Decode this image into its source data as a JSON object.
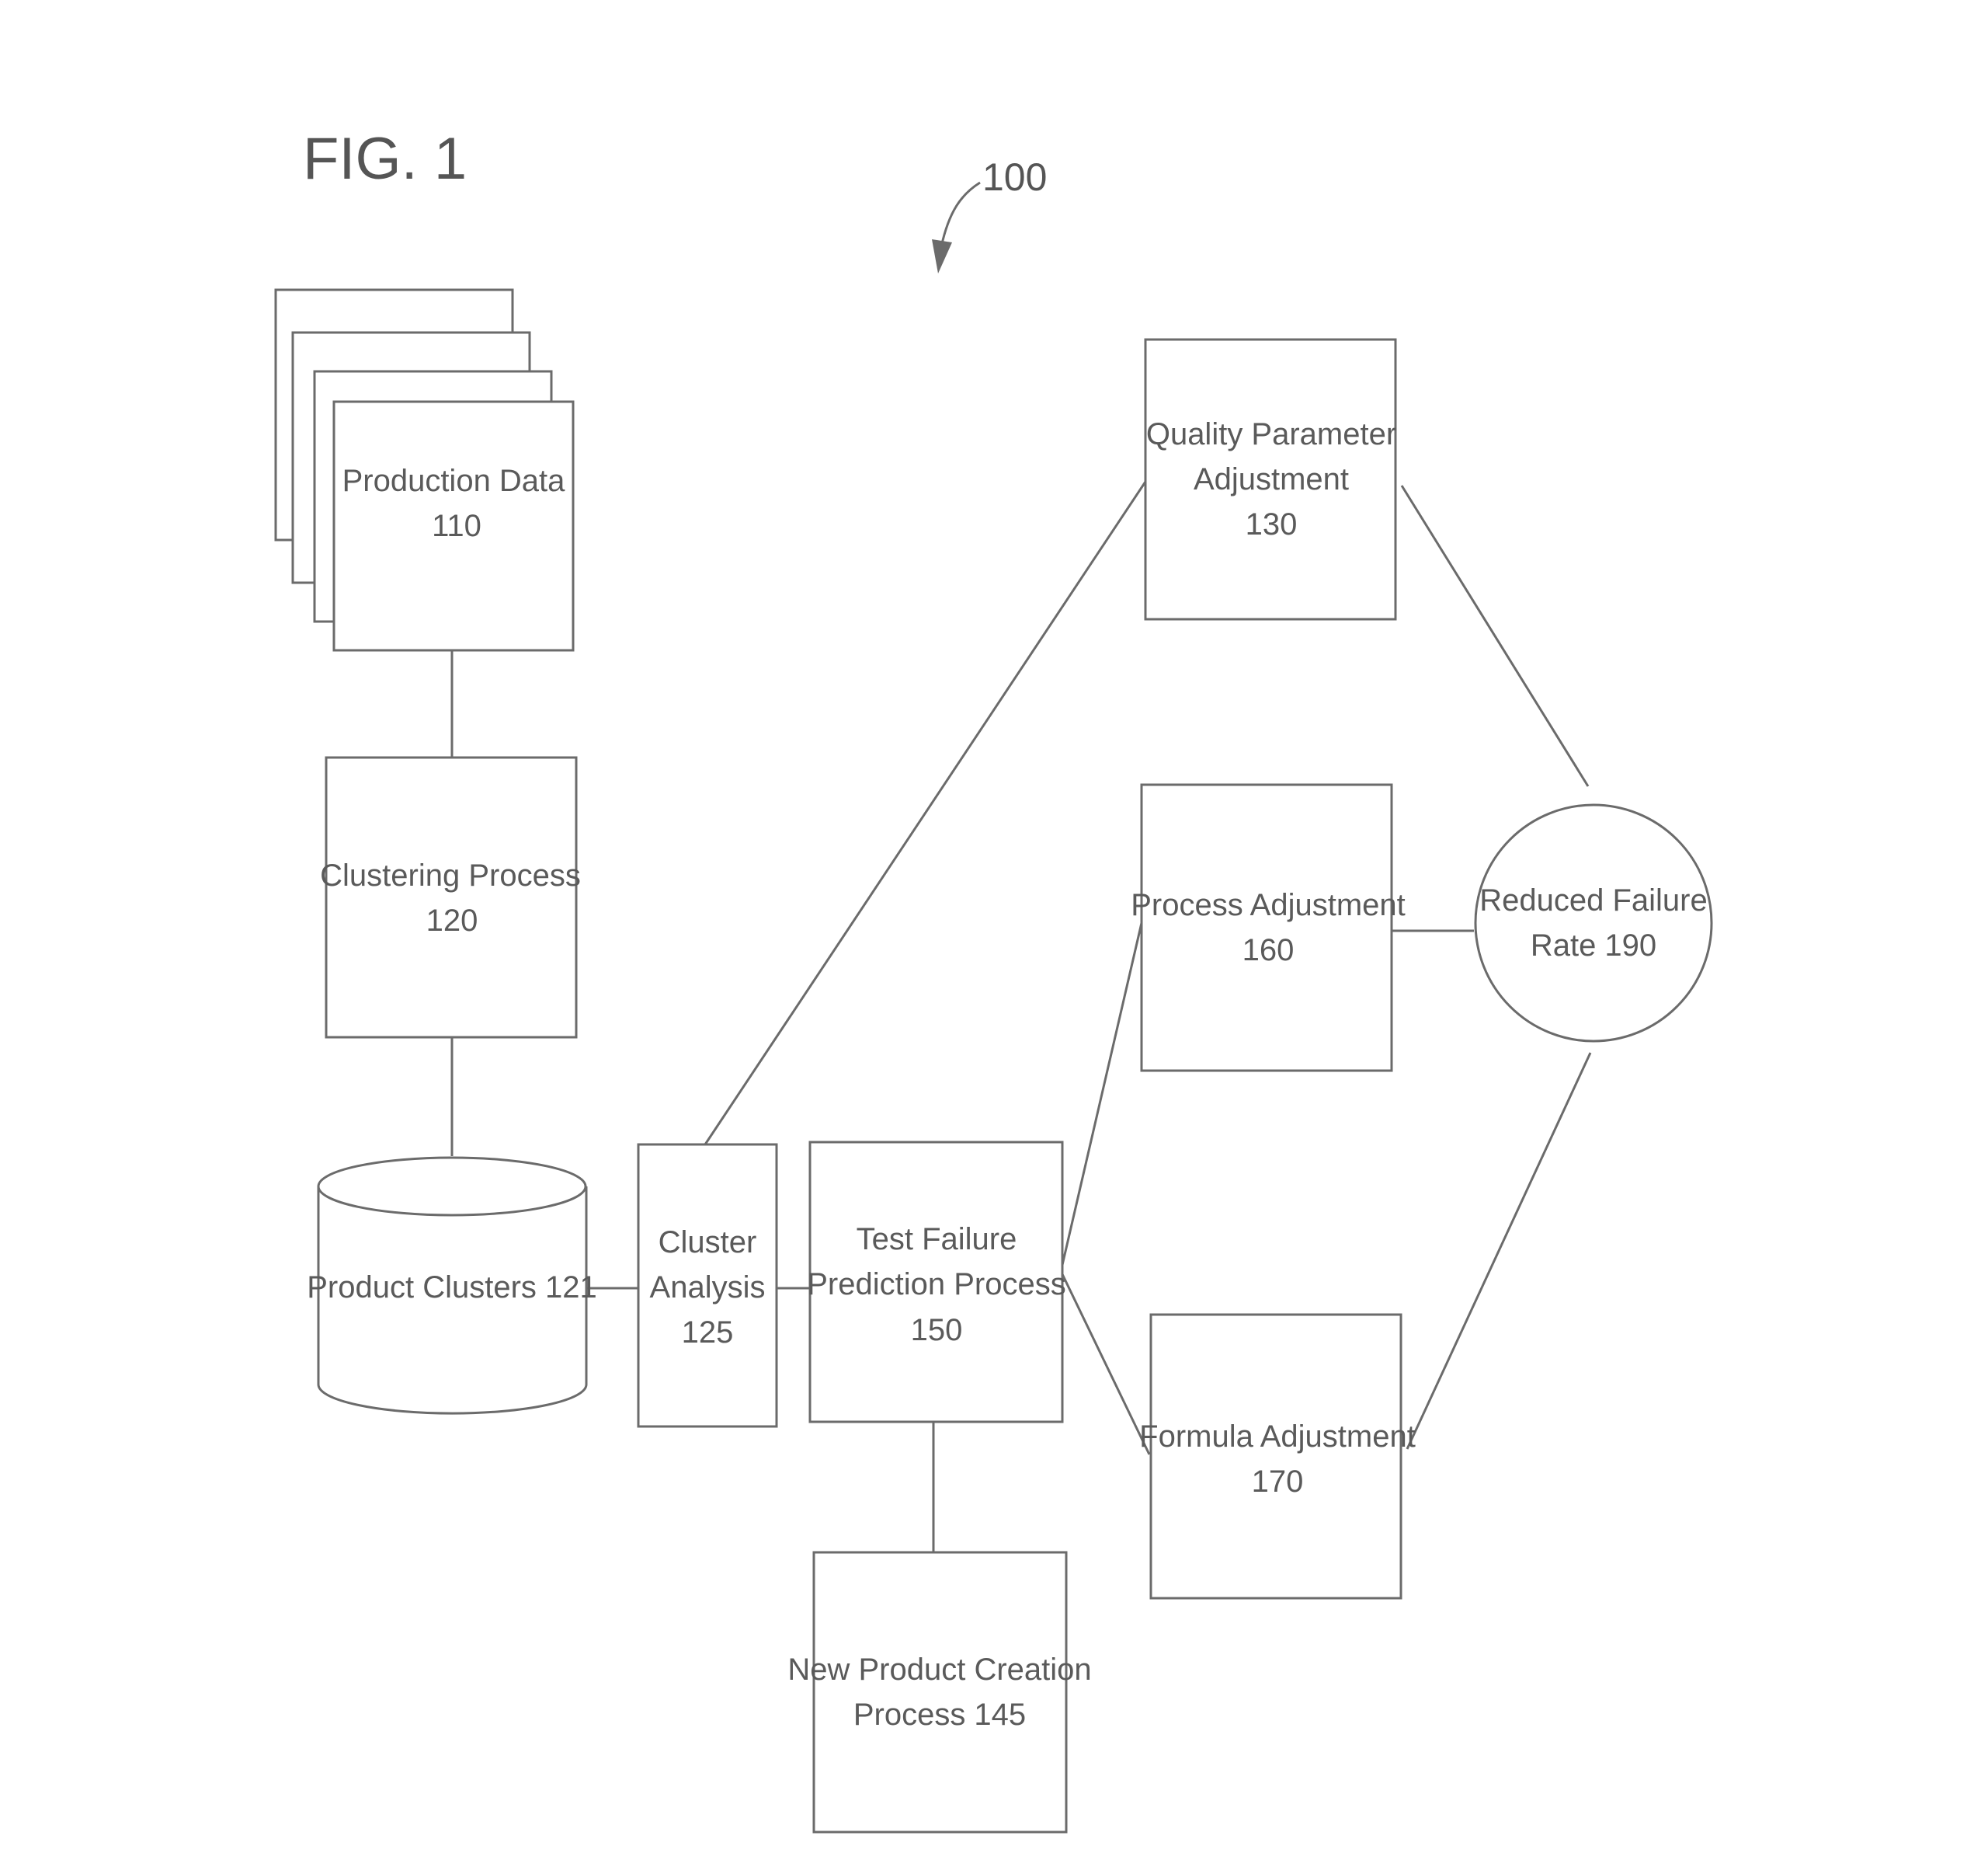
{
  "figure": {
    "title": "FIG. 1",
    "reference": "100"
  },
  "nodes": {
    "production_data": {
      "line1": "Production Data",
      "line2": "110"
    },
    "clustering_process": {
      "line1": "Clustering Process",
      "line2": "120"
    },
    "product_clusters": {
      "line1": "Product Clusters 121"
    },
    "cluster_analysis": {
      "line1": "Cluster",
      "line2": "Analysis",
      "line3": "125"
    },
    "test_failure_prediction": {
      "line1": "Test Failure",
      "line2": "Prediction Process",
      "line3": "150"
    },
    "new_product_creation": {
      "line1": "New Product Creation",
      "line2": "Process 145"
    },
    "quality_parameter_adjustment": {
      "line1": "Quality Parameter",
      "line2": "Adjustment",
      "line3": "130"
    },
    "process_adjustment": {
      "line1": "Process Adjustment",
      "line2": "160"
    },
    "formula_adjustment": {
      "line1": "Formula Adjustment",
      "line2": "170"
    },
    "reduced_failure_rate": {
      "line1": "Reduced Failure",
      "line2": "Rate 190"
    }
  },
  "colors": {
    "stroke": "#6b6b6b",
    "text": "#5a5a5a",
    "background": "#ffffff"
  }
}
